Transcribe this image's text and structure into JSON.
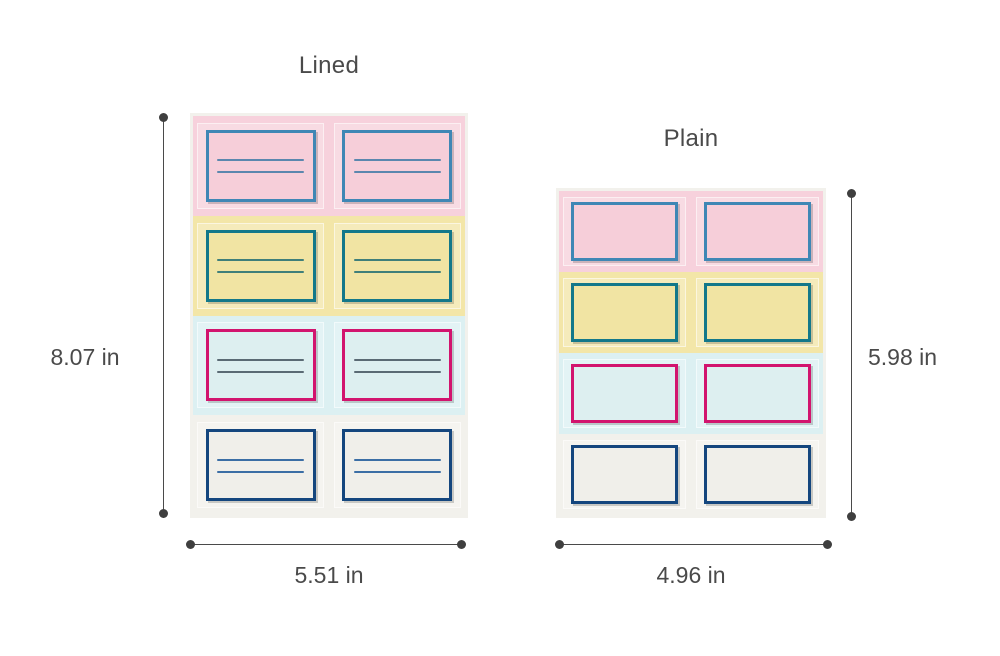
{
  "page": {
    "background": "#ffffff",
    "text_color": "#4a4a4a"
  },
  "previews": [
    {
      "id": "lined",
      "title": "Lined",
      "style": "lined",
      "lines_per_card": 2,
      "columns": 2,
      "rows": 4,
      "width_label": "5.51 in",
      "height_label": "8.07 in",
      "sheet_background": "#f2f1ec",
      "row_styles": [
        {
          "name": "pink-blue",
          "row_bg": "#f7d1dc",
          "card_bg": "#f6ced9",
          "border": "#3f87b5",
          "line": "#5b87ae"
        },
        {
          "name": "yellow-teal",
          "row_bg": "#f3e6a8",
          "card_bg": "#f1e4a3",
          "border": "#13788a",
          "line": "#3f7f7a"
        },
        {
          "name": "cyan-magenta",
          "row_bg": "#dcf0f2",
          "card_bg": "#ddeff0",
          "border": "#d2146e",
          "line": "#5a6a74"
        },
        {
          "name": "gray-navy",
          "row_bg": "#f2f1ec",
          "card_bg": "#f0efea",
          "border": "#14467e",
          "line": "#3b6ea5"
        }
      ]
    },
    {
      "id": "plain",
      "title": "Plain",
      "style": "plain",
      "lines_per_card": 0,
      "columns": 2,
      "rows": 4,
      "width_label": "4.96 in",
      "height_label": "5.98 in",
      "sheet_background": "#f2f1ec",
      "row_styles": [
        {
          "name": "pink-blue",
          "row_bg": "#f7d1dc",
          "card_bg": "#f6ced9",
          "border": "#3f87b5",
          "line": "#5b87ae"
        },
        {
          "name": "yellow-teal",
          "row_bg": "#f3e6a8",
          "card_bg": "#f1e4a3",
          "border": "#13788a",
          "line": "#3f7f7a"
        },
        {
          "name": "cyan-magenta",
          "row_bg": "#dcf0f2",
          "card_bg": "#ddeff0",
          "border": "#d2146e",
          "line": "#5a6a74"
        },
        {
          "name": "gray-navy",
          "row_bg": "#f2f1ec",
          "card_bg": "#f0efea",
          "border": "#14467e",
          "line": "#3b6ea5"
        }
      ]
    }
  ],
  "dimensions": {
    "lined_height": "8.07 in",
    "lined_width": "5.51 in",
    "plain_height": "5.98 in",
    "plain_width": "4.96 in",
    "marker_color": "#3f3f3f"
  }
}
